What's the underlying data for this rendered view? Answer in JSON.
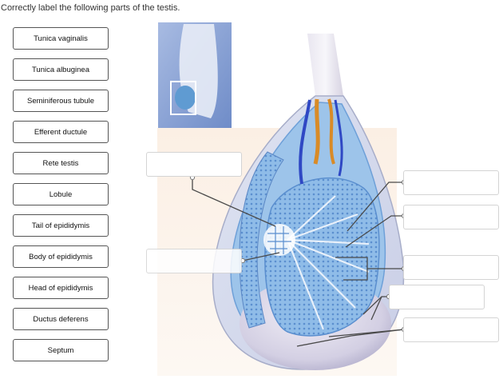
{
  "prompt": "Correctly label the following parts of the testis.",
  "terms": [
    "Tunica vaginalis",
    "Tunica albuginea",
    "Seminiferous tubule",
    "Efferent ductule",
    "Rete testis",
    "Lobule",
    "Tail of epididymis",
    "Body of epididymis",
    "Head of epididymis",
    "Ductus deferens",
    "Septum"
  ]
}
